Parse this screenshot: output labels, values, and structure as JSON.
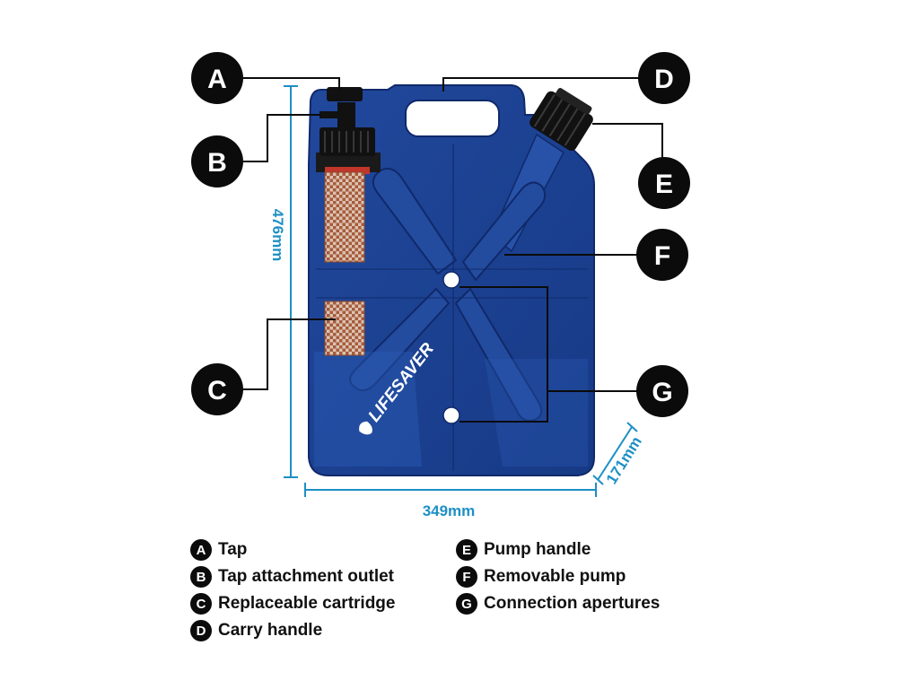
{
  "dimensions": {
    "height": "476mm",
    "width": "349mm",
    "depth": "171mm"
  },
  "brand": {
    "logo_text": "LIFESAVER"
  },
  "callouts": [
    {
      "letter": "A",
      "label": "Tap"
    },
    {
      "letter": "B",
      "label": "Tap attachment outlet"
    },
    {
      "letter": "C",
      "label": "Replaceable cartridge"
    },
    {
      "letter": "D",
      "label": "Carry handle"
    },
    {
      "letter": "E",
      "label": "Pump handle"
    },
    {
      "letter": "F",
      "label": "Removable pump"
    },
    {
      "letter": "G",
      "label": "Connection apertures"
    }
  ],
  "colors": {
    "container": "#1b3f8f",
    "container_dark": "#142f6e",
    "dimension": "#1d8fc4",
    "callout": "#0b0b0b",
    "cartridge": "#b7633f"
  }
}
